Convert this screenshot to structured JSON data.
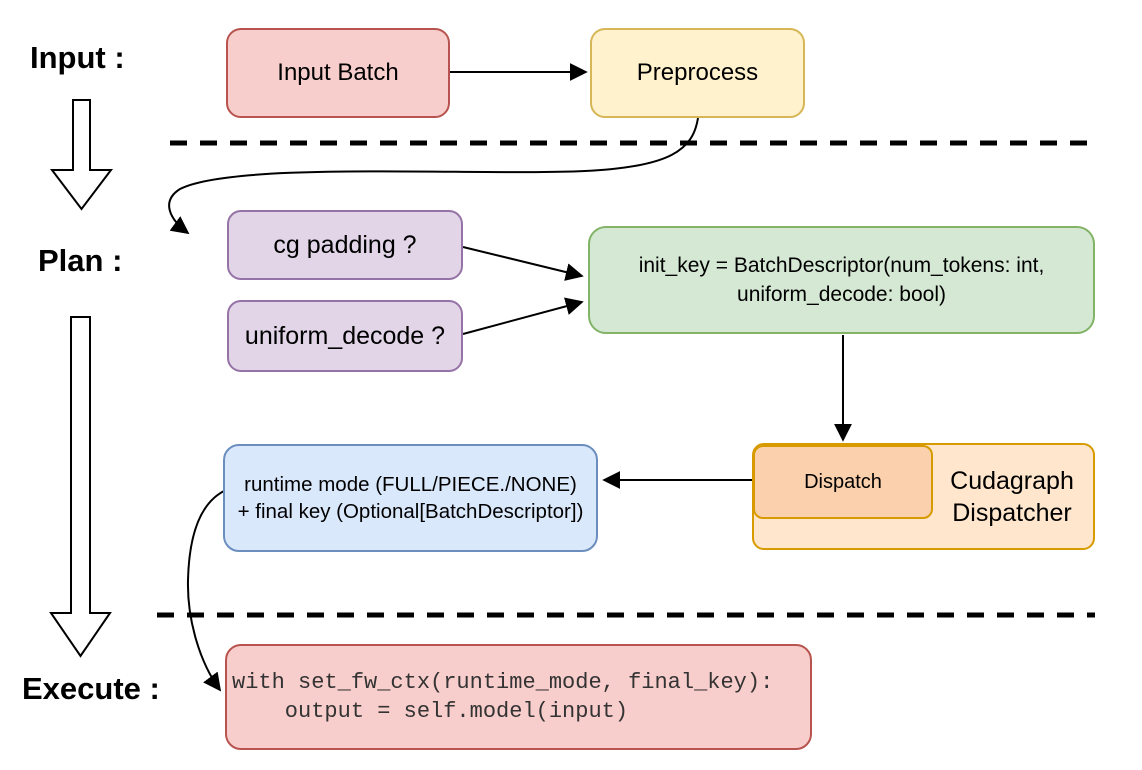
{
  "stage_labels": {
    "input": "Input :",
    "plan": "Plan :",
    "execute": "Execute :"
  },
  "nodes": {
    "input_batch": {
      "label": "Input Batch",
      "fill": "#f8cecc",
      "stroke": "#b85450"
    },
    "preprocess": {
      "label": "Preprocess",
      "fill": "#fff2cc",
      "stroke": "#d6b656"
    },
    "cg_padding": {
      "label": "cg padding ?",
      "fill": "#e1d5e7",
      "stroke": "#9673a6"
    },
    "uniform_decode": {
      "label": "uniform_decode ?",
      "fill": "#e1d5e7",
      "stroke": "#9673a6"
    },
    "init_key": {
      "line1": "init_key = BatchDescriptor(num_tokens: int,",
      "line2": "uniform_decode: bool)",
      "fill": "#d5e8d4",
      "stroke": "#82b366"
    },
    "dispatch": {
      "label": "Dispatch",
      "fill": "#fbd0ac",
      "stroke": "#d79b00"
    },
    "cudagraph_dispatcher": {
      "line1": "Cudagraph",
      "line2": "Dispatcher",
      "fill": "#ffe6cc",
      "stroke": "#d79b00"
    },
    "runtime_mode": {
      "line1": "runtime mode (FULL/PIECE./NONE)",
      "line2": "+ final key (Optional[BatchDescriptor])",
      "fill": "#dae8fc",
      "stroke": "#6c8ebf"
    },
    "execute_code": {
      "line1": "with set_fw_ctx(runtime_mode, final_key):",
      "line2": "    output = self.model(input)",
      "fill": "#f8cecc",
      "stroke": "#b85450"
    }
  },
  "colors": {
    "connector": "#000000",
    "background": "#ffffff",
    "text": "#000000",
    "code_text": "#333333"
  }
}
